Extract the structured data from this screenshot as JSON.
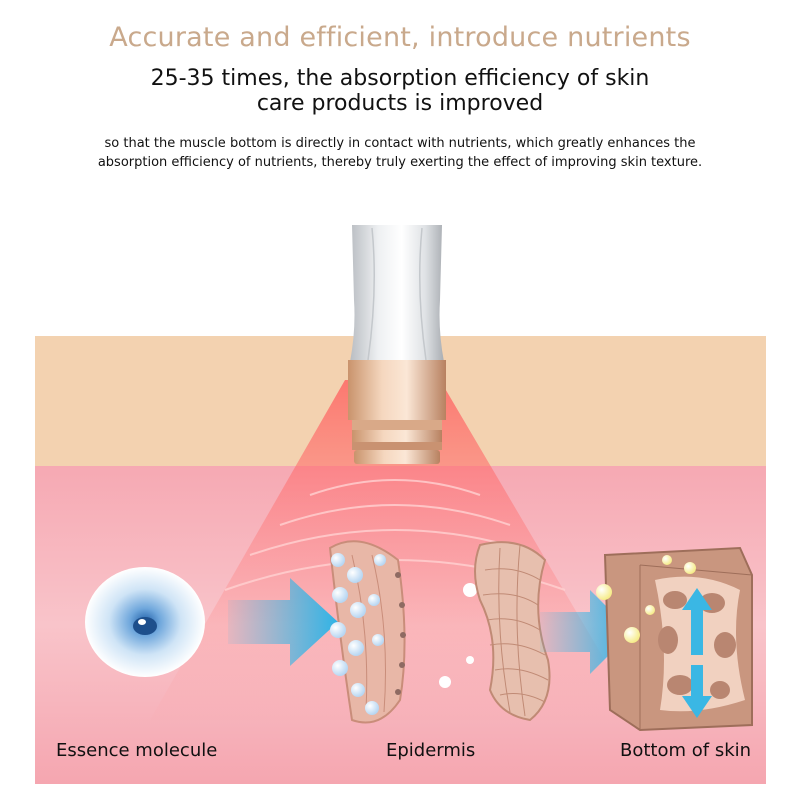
{
  "heading": {
    "title": "Accurate and efficient, introduce nutrients",
    "subtitle": "25-35 times, the absorption efficiency of skin care products is improved",
    "description": "so that the muscle bottom is directly in contact with nutrients, which greatly enhances the absorption efficiency of nutrients, thereby truly exerting the effect of improving skin texture."
  },
  "labels": {
    "essence": "Essence molecule",
    "epidermis": "Epidermis",
    "bottom": "Bottom of skin"
  },
  "colors": {
    "title": "#c9a98c",
    "skin_top": "#f2d2b0",
    "skin_pink": "#f7b6bf",
    "arrow": "#39b9e6",
    "light_beam": "#ff6a6a"
  }
}
